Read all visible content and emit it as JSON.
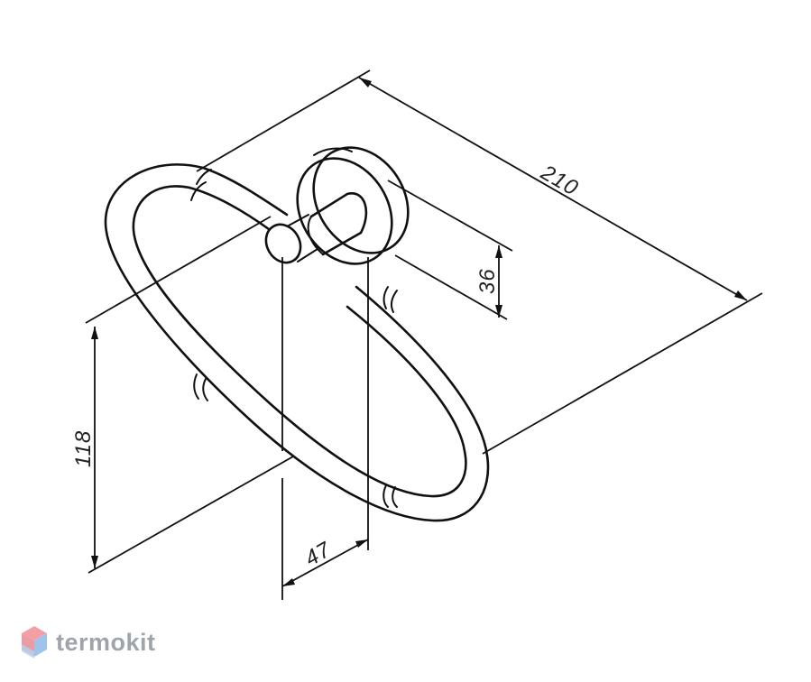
{
  "dimensions": {
    "width_label": "210",
    "height_label": "118",
    "depth_label": "47",
    "mount_label": "36"
  },
  "watermark": {
    "brand": "termokit"
  },
  "colors": {
    "line": "#111111",
    "watermark_text": "#9ea4ab",
    "watermark_mark_top": "#f2a0a6",
    "watermark_mark_bottom": "#9fc4ea"
  }
}
